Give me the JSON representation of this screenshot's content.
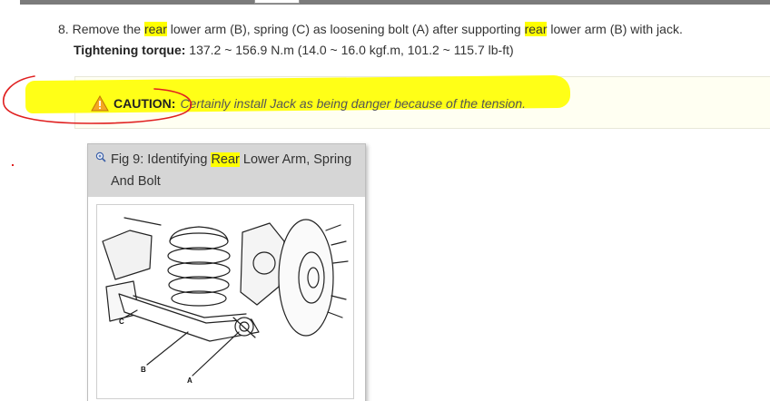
{
  "step": {
    "number": "8.",
    "text_1": "Remove the",
    "hl_1": "rear",
    "text_2": "lower arm (B), spring (C) as loosening bolt (A) after supporting",
    "hl_2": "rear",
    "text_3": "lower arm (B) with jack."
  },
  "torque": {
    "label": "Tightening torque:",
    "value": "137.2 ~ 156.9 N.m (14.0 ~ 16.0 kgf.m, 101.2 ~ 115.7 lb-ft)"
  },
  "caution": {
    "label": "CAUTION:",
    "text": "Certainly install Jack as being danger because of the tension.",
    "icon": "warning-triangle-icon"
  },
  "figure": {
    "caption_1": "Fig 9: Identifying",
    "caption_hl": "Rear",
    "caption_2": "Lower Arm, Spring And Bolt",
    "callouts": {
      "a": "A",
      "b": "B",
      "c": "C"
    }
  },
  "colors": {
    "highlight": "#ffff00",
    "annotation_red": "#e02020",
    "caution_bg": "#fffff2"
  }
}
